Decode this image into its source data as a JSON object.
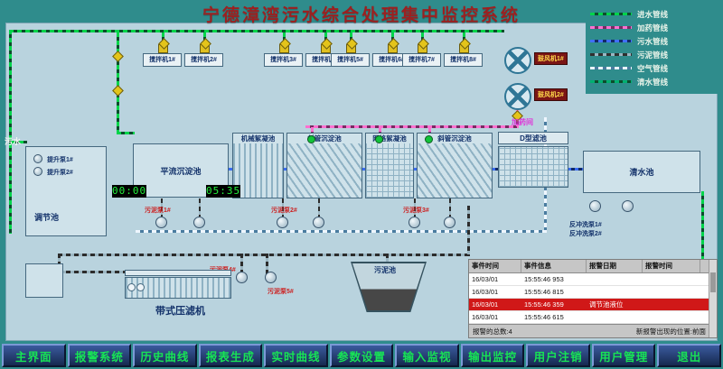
{
  "title": "宁德漳湾污水综合处理集中监控系统",
  "legend": {
    "items": [
      {
        "label": "进水管线",
        "color": "#00d44a"
      },
      {
        "label": "加药管线",
        "color": "#ff70d0"
      },
      {
        "label": "污水管线",
        "color": "#4070ff"
      },
      {
        "label": "污泥管线",
        "color": "#303030"
      },
      {
        "label": "空气管线",
        "color": "#cfe6ff"
      },
      {
        "label": "清水管线",
        "color": "#00b070"
      }
    ]
  },
  "diagram": {
    "inlet_label": "污水",
    "tanks": {
      "regulating": "调节池",
      "horizontal_sed": "平流沉淀池",
      "mech_floc": "机械絮凝池",
      "inclined_sed_1": "斜管沉淀池",
      "grid_floc": "网格絮凝池",
      "inclined_sed_2": "斜管沉淀池",
      "d_filter": "D型滤池",
      "clear_water": "清水池",
      "sludge": "污泥池",
      "belt_press": "带式压滤机"
    },
    "mixers": [
      {
        "label": "搅拌机1#"
      },
      {
        "label": "搅拌机2#"
      },
      {
        "label": "搅拌机3#"
      },
      {
        "label": "搅拌机4#"
      },
      {
        "label": "搅拌机5#"
      },
      {
        "label": "搅拌机6#"
      },
      {
        "label": "搅拌机7#"
      },
      {
        "label": "搅拌机8#"
      }
    ],
    "pumps": {
      "lift_1": "提升泵1#",
      "lift_2": "提升泵2#",
      "sludge_1": "污泥泵1#",
      "sludge_2": "污泥泵2#",
      "sludge_3": "污泥泵3#",
      "sludge_4": "污泥泵4#",
      "sludge_5": "污泥泵5#",
      "backwash_1": "反冲洗泵1#",
      "backwash_2": "反冲洗泵2#"
    },
    "blowers": {
      "blower_1": "鼓风机1#",
      "blower_2": "鼓风机2#"
    },
    "dosing_room": "加药间",
    "timers": {
      "timer_1": "00:00",
      "timer_2": "05:35"
    }
  },
  "alarm_table": {
    "columns": [
      "事件时间",
      "事件信息",
      "报警日期",
      "报警时间"
    ],
    "rows": [
      {
        "c0": "16/03/01",
        "c1": "15:55:46 953",
        "c2": "",
        "c3": ""
      },
      {
        "c0": "16/03/01",
        "c1": "15:55:46 815",
        "c2": "",
        "c3": ""
      },
      {
        "c0": "16/03/01",
        "c1": "15:55:46 359",
        "c2": "调节池液位",
        "c3": ""
      },
      {
        "c0": "16/03/01",
        "c1": "15:55:46 615",
        "c2": "",
        "c3": ""
      }
    ],
    "footer_total": "报警的总数:4",
    "footer_position": "新报警出现的位置:前面"
  },
  "menu": {
    "items": [
      {
        "label": "主界面"
      },
      {
        "label": "报警系统"
      },
      {
        "label": "历史曲线"
      },
      {
        "label": "报表生成"
      },
      {
        "label": "实时曲线"
      },
      {
        "label": "参数设置"
      },
      {
        "label": "输入监视"
      },
      {
        "label": "输出监控"
      },
      {
        "label": "用户注销"
      },
      {
        "label": "用户管理"
      },
      {
        "label": "退出"
      }
    ]
  }
}
